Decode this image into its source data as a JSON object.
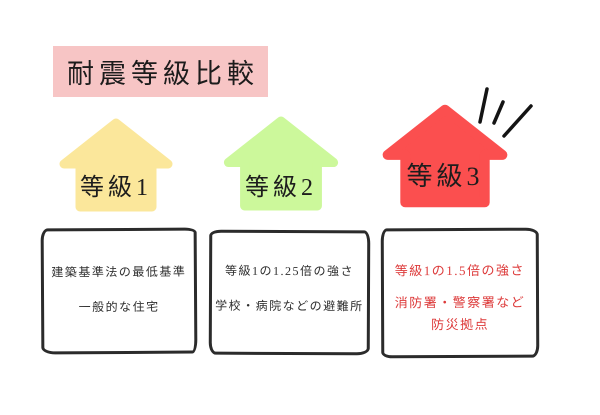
{
  "title": {
    "text": "耐震等級比較"
  },
  "colors": {
    "background": "#ffffff",
    "banner_bg": "#f7c5c5",
    "grade1_house": "#fbe79b",
    "grade2_house": "#ccf89b",
    "grade3_house": "#fb4f4f",
    "ink": "#2b2b2b",
    "grade3_text": "#dd3a3a"
  },
  "grades": [
    {
      "label": "等級1",
      "description_lines": [
        "建築基準法の最低基準",
        "一般的な住宅"
      ]
    },
    {
      "label": "等級2",
      "description_lines": [
        "等級1の1.25倍の強さ",
        "学校・病院などの避難所"
      ]
    },
    {
      "label": "等級3",
      "description_lines": [
        "等級1の1.5倍の強さ",
        "消防署・警察署など",
        "防災拠点"
      ]
    }
  ]
}
